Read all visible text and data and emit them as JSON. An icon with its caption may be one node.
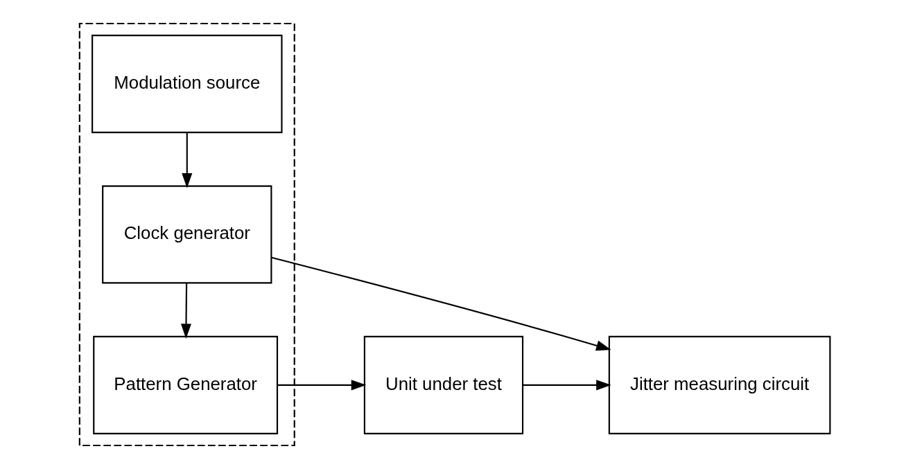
{
  "diagram": {
    "nodes": [
      {
        "text": [],
        "shape": "box"
      },
      {
        "text": [
          "Modulation source"
        ],
        "in": 0
      },
      {
        "text": [
          "Clock generator"
        ],
        "in": 0
      },
      {
        "text": [
          "Pattern Generator"
        ],
        "in": 0
      },
      {
        "text": [
          "Unit under test"
        ]
      },
      {
        "text": [
          "Jitter measuring circuit"
        ]
      }
    ],
    "edges": [
      {
        "from": 1,
        "to": 2,
        "arrow": "to"
      },
      {
        "from": 2,
        "to": 3,
        "arrow": "to"
      },
      {
        "from": 2,
        "to": 5,
        "arrow": "to"
      },
      {
        "from": 3,
        "to": 4,
        "arrow": "to"
      },
      {
        "from": 4,
        "to": 5,
        "arrow": "to"
      }
    ]
  }
}
